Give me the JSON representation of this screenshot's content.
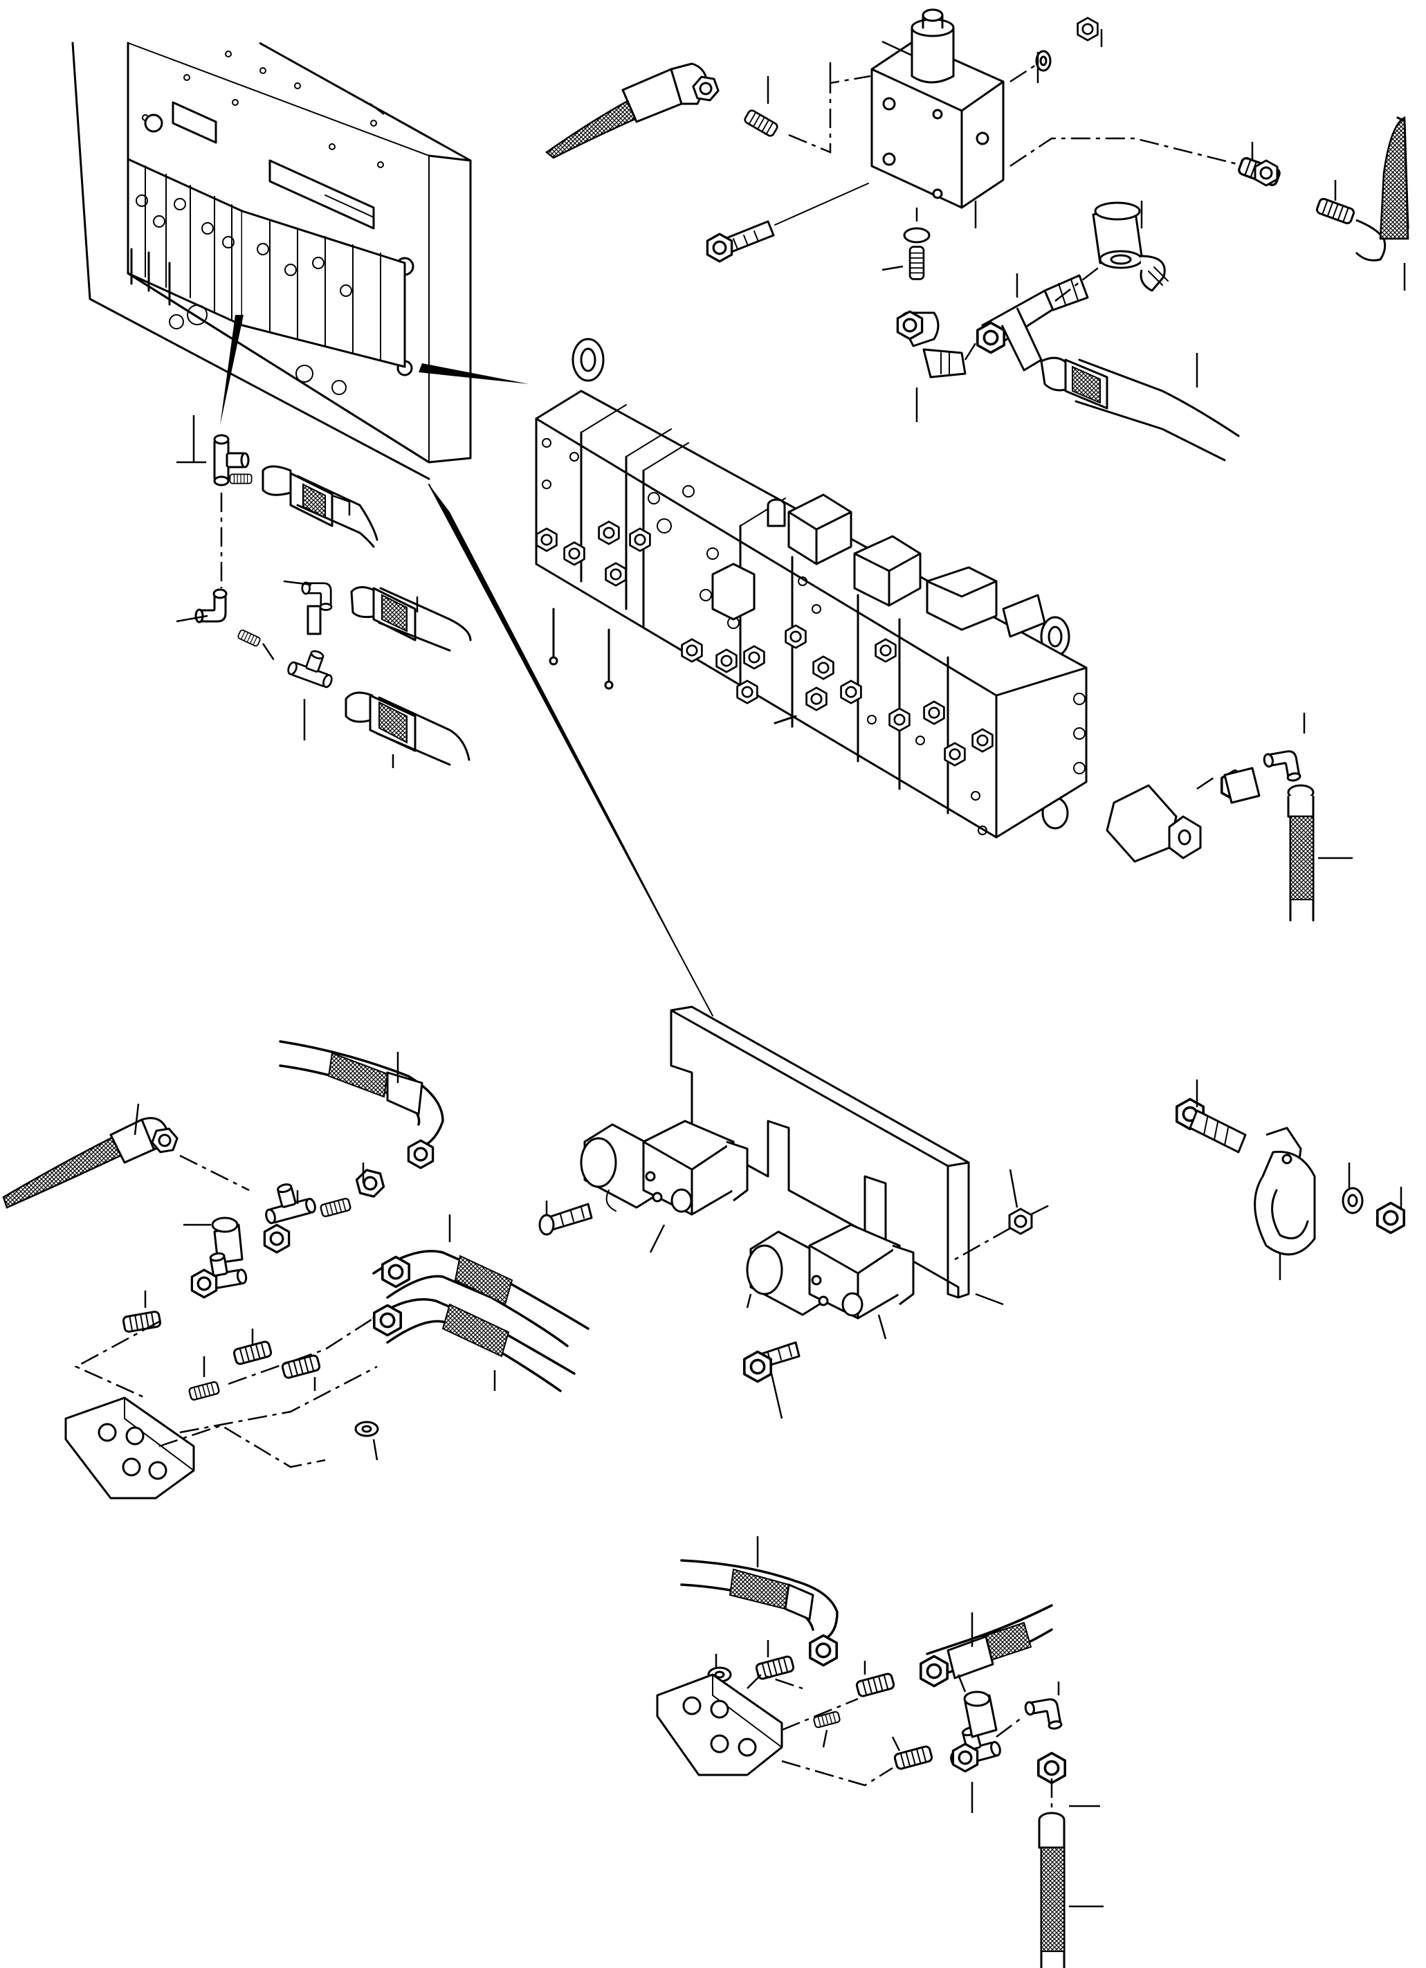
{
  "diagram": {
    "type": "exploded-parts-diagram",
    "labels_shown": false,
    "line_color": "#000000",
    "background": "#ffffff"
  },
  "assemblies": [
    {
      "name": "control-panel-housing-view",
      "icon": "cabinet-icon"
    },
    {
      "name": "pilot-valve-block",
      "icon": "valve-block-icon"
    },
    {
      "name": "main-control-valve-stack",
      "icon": "valve-stack-icon"
    },
    {
      "name": "tee-fitting-hose-group-left",
      "icon": "tee-fitting-icon"
    },
    {
      "name": "solenoid-valve-mounting-plate",
      "icon": "solenoid-icon"
    },
    {
      "name": "hose-clamp-group",
      "icon": "clamp-icon"
    },
    {
      "name": "bulkhead-hose-group-left",
      "icon": "bulkhead-plate-icon"
    },
    {
      "name": "bulkhead-hose-group-bottom",
      "icon": "bulkhead-plate-icon"
    }
  ]
}
